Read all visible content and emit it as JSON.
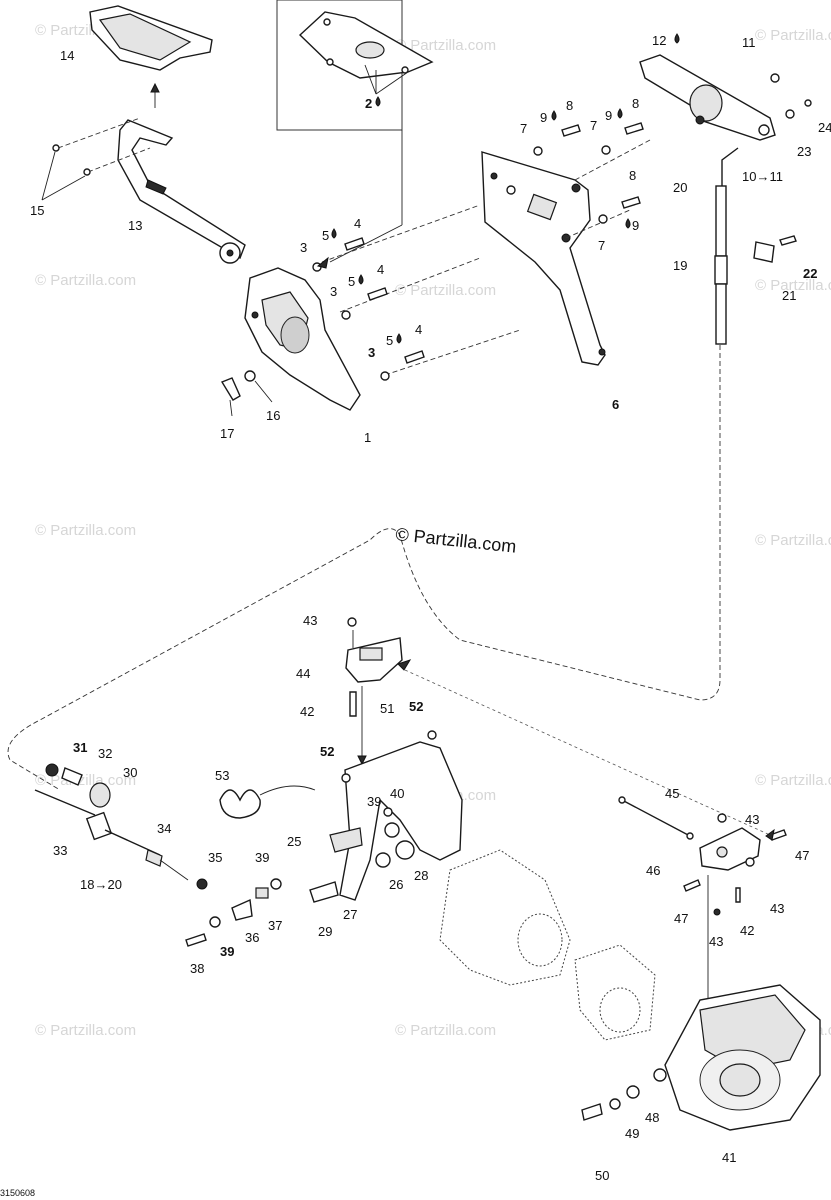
{
  "copyright": "© Partzilla.com",
  "watermark": "© Partzilla.com",
  "drawing_code": "3150608",
  "labels": {
    "p1": "1",
    "p2": "2",
    "p3a": "3",
    "p3b": "3",
    "p3c": "3",
    "p4a": "4",
    "p4b": "4",
    "p4c": "4",
    "p5a": "5",
    "p5b": "5",
    "p5c": "5",
    "p6": "6",
    "p7a": "7",
    "p7b": "7",
    "p7c": "7",
    "p8a": "8",
    "p8b": "8",
    "p8c": "8",
    "p9a": "9",
    "p9b": "9",
    "p9c": "9",
    "p10": "10→11",
    "p11": "11",
    "p12": "12",
    "p13": "13",
    "p14": "14",
    "p15": "15",
    "p16": "16",
    "p17": "17",
    "p18": "18→20",
    "p19": "19",
    "p20": "20",
    "p21": "21",
    "p22": "22",
    "p23": "23",
    "p24": "24",
    "p25": "25",
    "p26": "26",
    "p27": "27",
    "p28": "28",
    "p29": "29",
    "p30": "30",
    "p31": "31",
    "p32": "32",
    "p33": "33",
    "p34": "34",
    "p35": "35",
    "p36": "36",
    "p37": "37",
    "p38": "38",
    "p39a": "39",
    "p39b": "39",
    "p39c": "39",
    "p40": "40",
    "p41": "41",
    "p42a": "42",
    "p42b": "42",
    "p43a": "43",
    "p43b": "43",
    "p43c": "43",
    "p43d": "43",
    "p44": "44",
    "p45": "45",
    "p46": "46",
    "p47a": "47",
    "p47b": "47",
    "p48": "48",
    "p49": "49",
    "p50": "50",
    "p51": "51",
    "p52a": "52",
    "p52b": "52",
    "p53": "53"
  },
  "icons": {
    "lubricant": "drop-icon",
    "arrow": "arrow-icon"
  }
}
